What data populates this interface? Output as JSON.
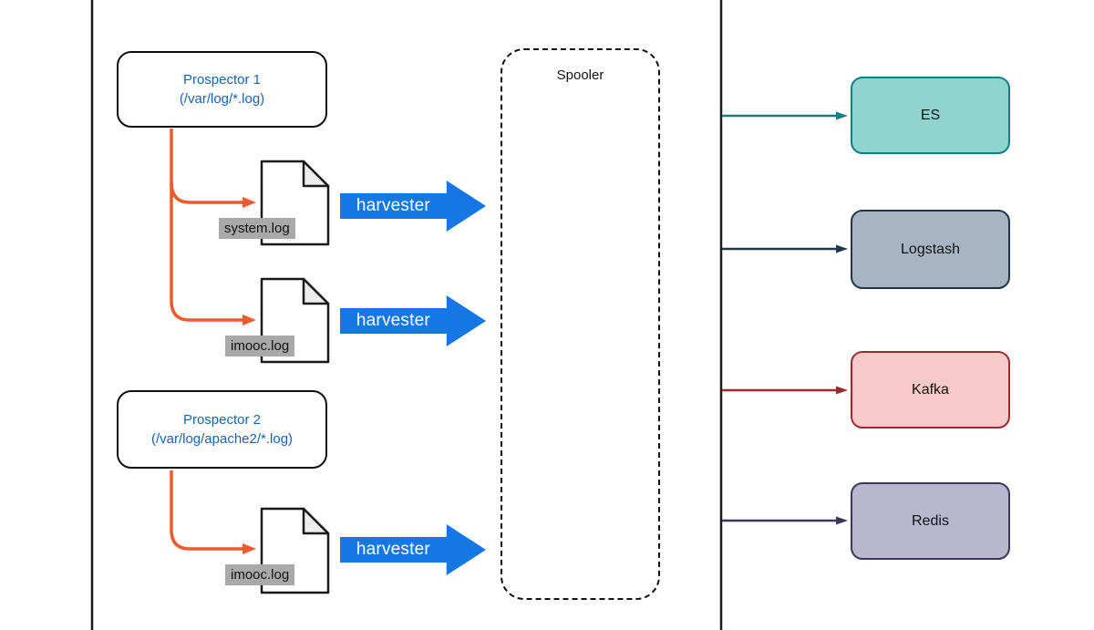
{
  "prospectors": [
    {
      "title": "Prospector 1",
      "path": "(/var/log/*.log)"
    },
    {
      "title": "Prospector 2",
      "path": "(/var/log/apache2/*.log)"
    }
  ],
  "files": [
    {
      "label": "system.log"
    },
    {
      "label": "imooc.log"
    },
    {
      "label": "imooc.log"
    }
  ],
  "harvesters": [
    {
      "label": "harvester"
    },
    {
      "label": "harvester"
    },
    {
      "label": "harvester"
    }
  ],
  "spooler": {
    "label": "Spooler"
  },
  "outputs": [
    {
      "label": "ES",
      "fill": "#8fd4cf",
      "border": "#117e8a"
    },
    {
      "label": "Logstash",
      "fill": "#a6b4c4",
      "border": "#20364c"
    },
    {
      "label": "Kafka",
      "fill": "#f7caca",
      "border": "#9c2b30"
    },
    {
      "label": "Redis",
      "fill": "#b9b7cf",
      "border": "#3a3759"
    }
  ],
  "colors": {
    "harvester_arrow": "#1377e4",
    "prospector_text": "#1465b0",
    "connector_orange": "#ec5b2e",
    "file_label_bg": "#a9a9a9",
    "frame_line": "#1a1a1a"
  }
}
